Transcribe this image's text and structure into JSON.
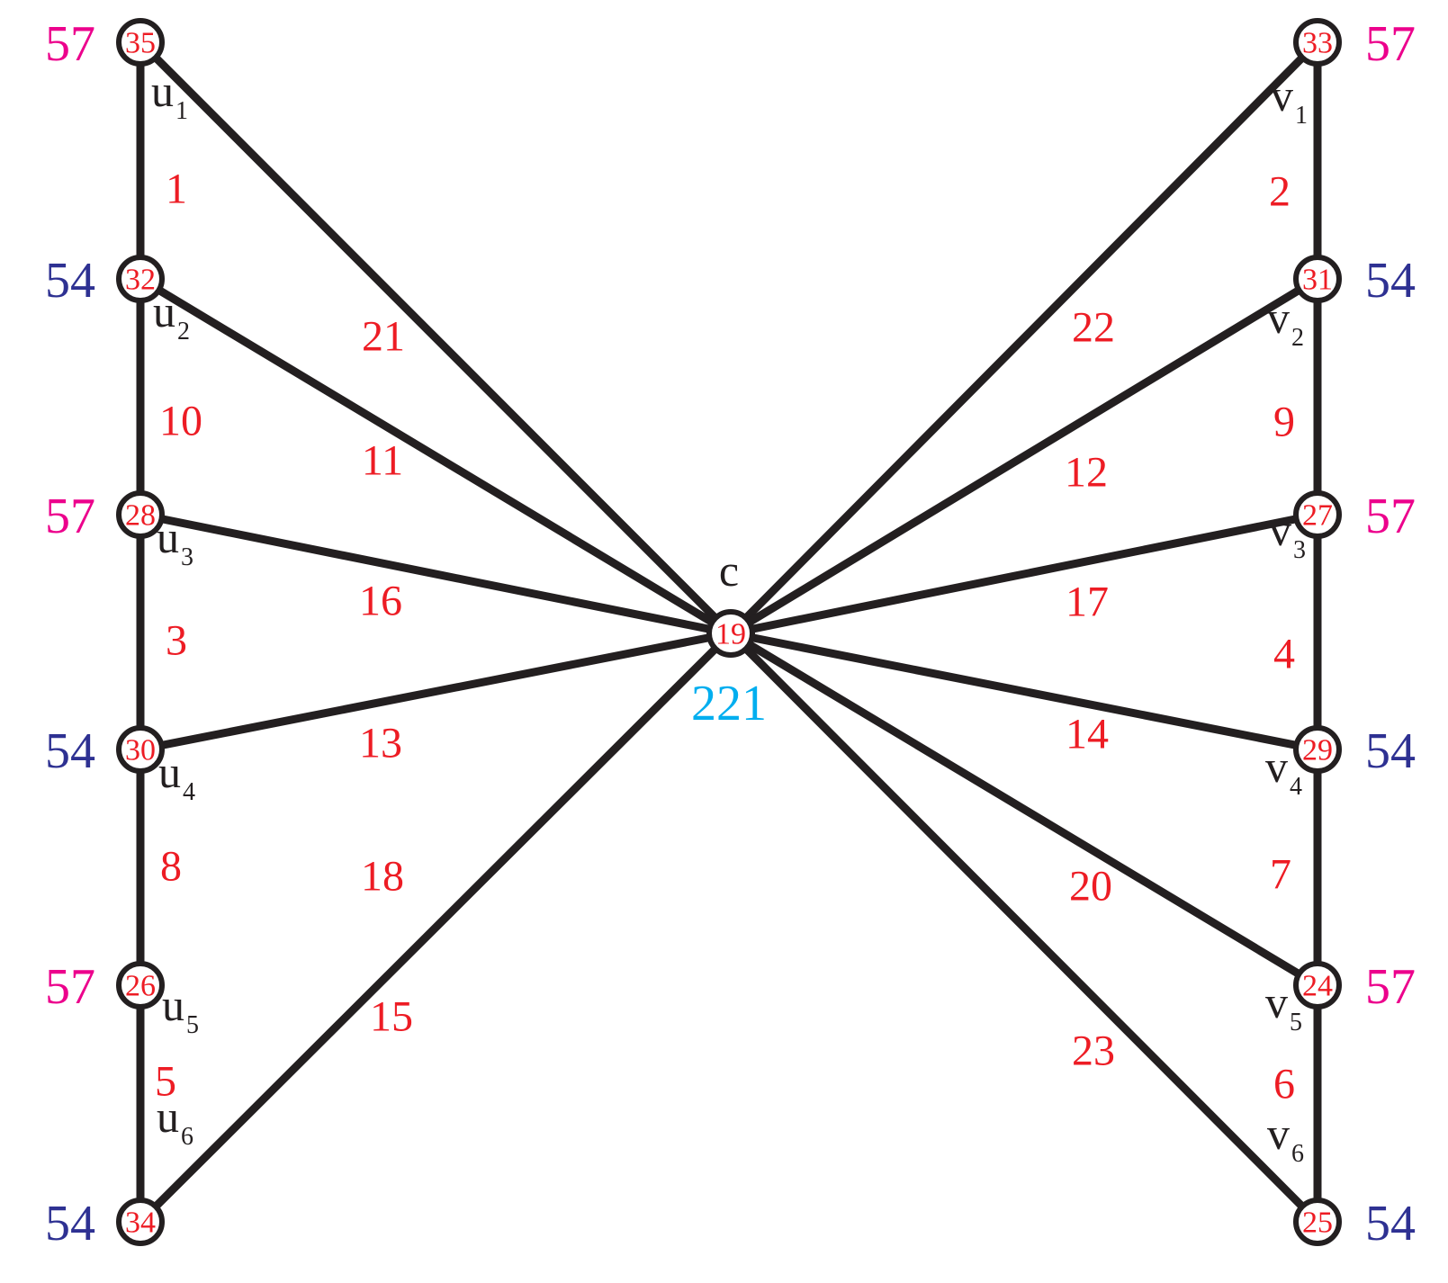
{
  "colors": {
    "edge": "#231f20",
    "label_red": "#ed1c24",
    "weight_magenta": "#ec008c",
    "weight_navy": "#2e3192",
    "center_cyan": "#00aeef"
  },
  "center": {
    "name": "c",
    "label": "19",
    "weight": "221"
  },
  "vertices": [
    {
      "id": "u1",
      "name": "u",
      "sub": "1",
      "label": "35",
      "weight": "57",
      "weight_color": "weight_magenta"
    },
    {
      "id": "u2",
      "name": "u",
      "sub": "2",
      "label": "32",
      "weight": "54",
      "weight_color": "weight_navy"
    },
    {
      "id": "u3",
      "name": "u",
      "sub": "3",
      "label": "28",
      "weight": "57",
      "weight_color": "weight_magenta"
    },
    {
      "id": "u4",
      "name": "u",
      "sub": "4",
      "label": "30",
      "weight": "54",
      "weight_color": "weight_navy"
    },
    {
      "id": "u5",
      "name": "u",
      "sub": "5",
      "label": "26",
      "weight": "57",
      "weight_color": "weight_magenta"
    },
    {
      "id": "u6",
      "name": "u",
      "sub": "6",
      "label": "34",
      "weight": "54",
      "weight_color": "weight_navy"
    },
    {
      "id": "v1",
      "name": "v",
      "sub": "1",
      "label": "33",
      "weight": "57",
      "weight_color": "weight_magenta"
    },
    {
      "id": "v2",
      "name": "v",
      "sub": "2",
      "label": "31",
      "weight": "54",
      "weight_color": "weight_navy"
    },
    {
      "id": "v3",
      "name": "v",
      "sub": "3",
      "label": "27",
      "weight": "57",
      "weight_color": "weight_magenta"
    },
    {
      "id": "v4",
      "name": "v",
      "sub": "4",
      "label": "29",
      "weight": "54",
      "weight_color": "weight_navy"
    },
    {
      "id": "v5",
      "name": "v",
      "sub": "5",
      "label": "24",
      "weight": "57",
      "weight_color": "weight_magenta"
    },
    {
      "id": "v6",
      "name": "v",
      "sub": "6",
      "label": "25",
      "weight": "54",
      "weight_color": "weight_navy"
    }
  ],
  "edges": [
    {
      "from": "u1",
      "to": "u2",
      "label": "1"
    },
    {
      "from": "u2",
      "to": "u3",
      "label": "10"
    },
    {
      "from": "u3",
      "to": "u4",
      "label": "3"
    },
    {
      "from": "u4",
      "to": "u5",
      "label": "8"
    },
    {
      "from": "u5",
      "to": "u6",
      "label": "5"
    },
    {
      "from": "v1",
      "to": "v2",
      "label": "2"
    },
    {
      "from": "v2",
      "to": "v3",
      "label": "9"
    },
    {
      "from": "v3",
      "to": "v4",
      "label": "4"
    },
    {
      "from": "v4",
      "to": "v5",
      "label": "7"
    },
    {
      "from": "v5",
      "to": "v6",
      "label": "6"
    },
    {
      "from": "u1",
      "to": "c",
      "label": "21"
    },
    {
      "from": "u2",
      "to": "c",
      "label": "11"
    },
    {
      "from": "u3",
      "to": "c",
      "label": "16"
    },
    {
      "from": "u4",
      "to": "c",
      "label": "13"
    },
    {
      "from": "u6",
      "to": "c",
      "label": "15"
    },
    {
      "from": "v1",
      "to": "c",
      "label": "22"
    },
    {
      "from": "v2",
      "to": "c",
      "label": "12"
    },
    {
      "from": "v3",
      "to": "c",
      "label": "17"
    },
    {
      "from": "v4",
      "to": "c",
      "label": "14"
    },
    {
      "from": "v5",
      "to": "c",
      "label": "20"
    },
    {
      "from": "v6",
      "to": "c",
      "label": "23"
    },
    {
      "from": "",
      "to": "",
      "label": "18"
    }
  ]
}
